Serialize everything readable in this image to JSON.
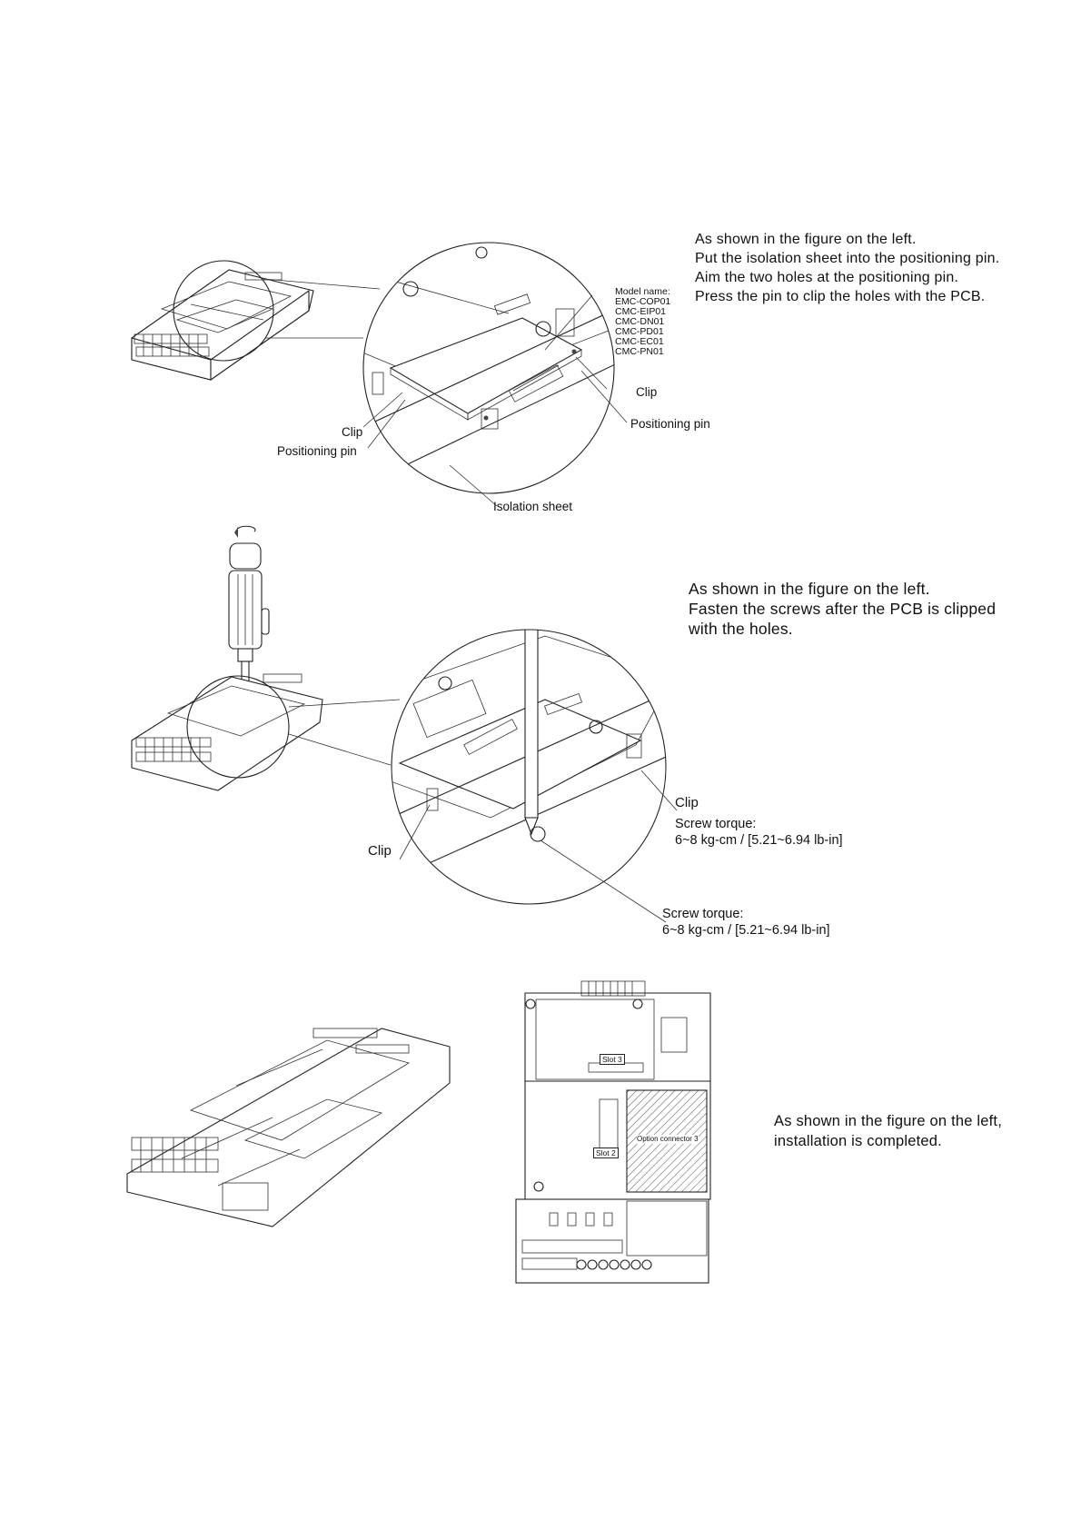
{
  "step1": {
    "lines": [
      "As shown in the figure on the left.",
      "Put the isolation sheet into the positioning pin.",
      "Aim the two holes at the positioning pin.",
      "Press the pin to clip the holes with the PCB."
    ],
    "model_title": "Model name:",
    "models": [
      "EMC-COP01",
      "CMC-EIP01",
      "CMC-DN01",
      "CMC-PD01",
      "CMC-EC01",
      "CMC-PN01"
    ],
    "clip_right": "Clip",
    "positioning_pin_right": "Positioning pin",
    "clip_left": "Clip",
    "positioning_pin_left": "Positioning pin",
    "isolation_sheet": "Isolation sheet"
  },
  "step2": {
    "lines": [
      "As shown in the figure on the left.",
      "Fasten the screws after the PCB is clipped",
      "with the holes."
    ],
    "clip_right": "Clip",
    "torque_right_title": "Screw torque:",
    "torque_right_value": "6~8 kg-cm / [5.21~6.94 lb-in]",
    "clip_left": "Clip",
    "torque_bottom_title": "Screw torque:",
    "torque_bottom_value": "6~8 kg-cm / [5.21~6.94 lb-in]"
  },
  "step3": {
    "lines": [
      "As shown in the figure on the left,",
      "installation is completed."
    ],
    "slot3": "Slot 3",
    "slot2": "Slot 2",
    "option_connector": "Option connector 3"
  }
}
